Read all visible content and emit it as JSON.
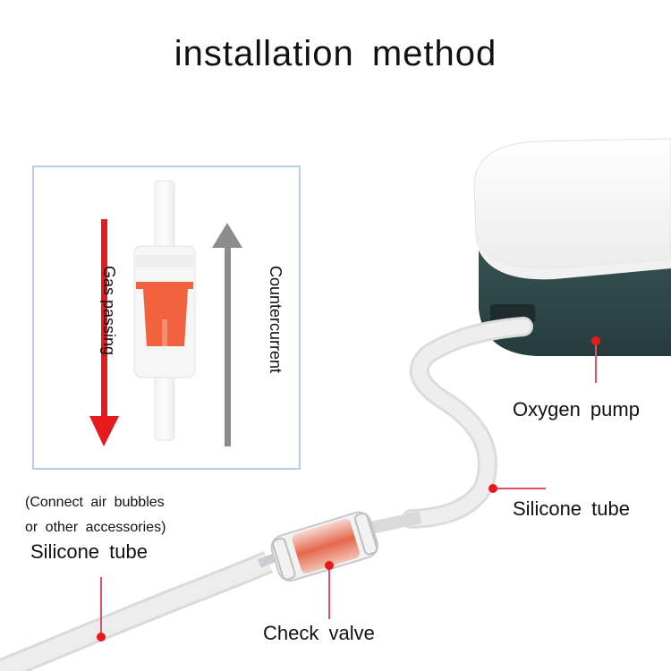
{
  "title": "installation method",
  "diagram": {
    "flow_label": "Gas passing",
    "counter_label": "Countercurrent",
    "colors": {
      "flow_arrow": "#e8191a",
      "counter_arrow": "#8c8c8c",
      "box_border": "#b8cde8",
      "valve_core": "#f2623e"
    }
  },
  "callouts": {
    "pump": "Oxygen pump",
    "tube_right": "Silicone tube",
    "tube_left_note_line1": "(Connect air bubbles",
    "tube_left_note_line2": "or other accessories)",
    "tube_left": "Silicone tube",
    "valve": "Check valve"
  },
  "colors": {
    "callout_dot": "#e8191a",
    "callout_line": "#e05060",
    "pump_base": "#2f4a4b",
    "pump_top": "#f7f7f7",
    "tube": "#e9e9ea"
  }
}
